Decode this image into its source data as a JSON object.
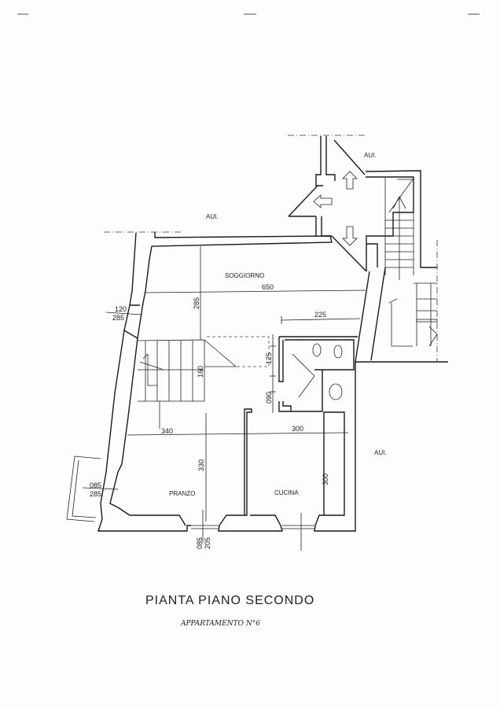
{
  "title": "PIANTA PIANO SECONDO",
  "subtitle": "APPARTAMENTO N°6",
  "rooms": {
    "soggiorno": "SOGGIORNO",
    "pranzo": "PRANZO",
    "cucina": "CUCINA",
    "aui_top": "AUI.",
    "aui_left": "AUI.",
    "aui_right": "AUI."
  },
  "dimensions": {
    "soggiorno_width": "650",
    "soggiorno_depth": "285",
    "window_left_top": "120",
    "window_left_bottom": "285",
    "hall_width": "225",
    "stair_landing": "125",
    "stair_width": "160",
    "door_bath": "090",
    "pranzo_width": "340",
    "cucina_width": "300",
    "pranzo_depth": "330",
    "cucina_depth": "300",
    "balcony_window_top": "085",
    "balcony_window_bottom": "285",
    "window_bottom_top": "085",
    "window_bottom_bottom": "205"
  }
}
